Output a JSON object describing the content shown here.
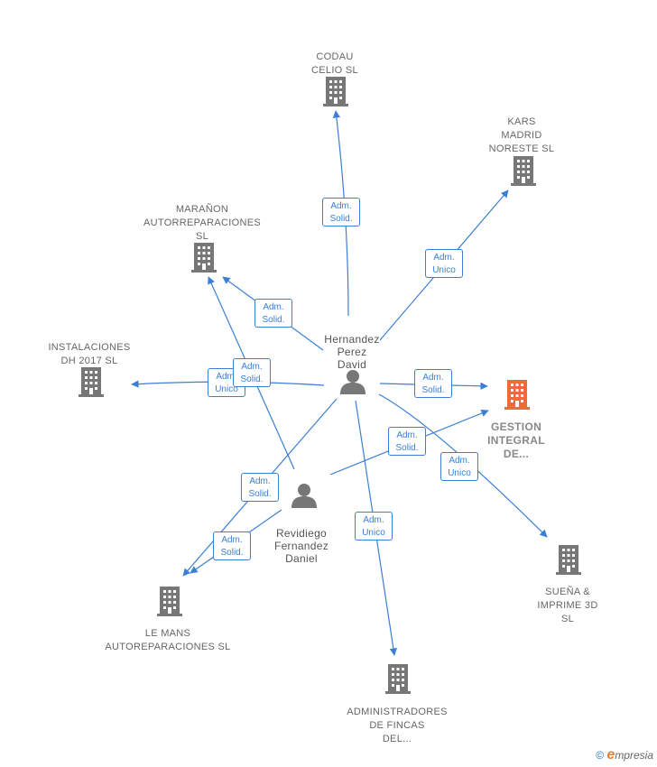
{
  "colors": {
    "edge": "#3a7fd5",
    "company": "#777777",
    "main_company": "#f26a3a",
    "person": "#777777",
    "label": "#666666"
  },
  "persons": [
    {
      "id": "hernandez",
      "label": "Hernandez\nPerez\nDavid",
      "icon": "person-icon"
    },
    {
      "id": "revidiego",
      "label": "Revidiego\nFernandez\nDaniel",
      "icon": "person-icon"
    }
  ],
  "companies": [
    {
      "id": "codau",
      "label": "CODAU\nCELIO SL",
      "icon": "building-icon",
      "main": false
    },
    {
      "id": "kars",
      "label": "KARS\nMADRID\nNORESTE  SL",
      "icon": "building-icon",
      "main": false
    },
    {
      "id": "maranon",
      "label": "MARAÑON\nAUTORREPARACIONES\nSL",
      "icon": "building-icon",
      "main": false
    },
    {
      "id": "instalaciones",
      "label": "INSTALACIONES\nDH 2017  SL",
      "icon": "building-icon",
      "main": false
    },
    {
      "id": "gestion",
      "label": "GESTION\nINTEGRAL\nDE...",
      "icon": "building-icon",
      "main": true
    },
    {
      "id": "suena",
      "label": "SUEÑA &\nIMPRIME 3D\nSL",
      "icon": "building-icon",
      "main": false
    },
    {
      "id": "lemans",
      "label": "LE MANS\nAUTOREPARACIONES SL",
      "icon": "building-icon",
      "main": false
    },
    {
      "id": "administradores",
      "label": "ADMINISTRADORES\nDE FINCAS\nDEL...",
      "icon": "building-icon",
      "main": false
    }
  ],
  "edges": [
    {
      "from": "hernandez",
      "to": "codau",
      "role": "Adm.\nSolid."
    },
    {
      "from": "hernandez",
      "to": "kars",
      "role": "Adm.\nUnico"
    },
    {
      "from": "hernandez",
      "to": "maranon",
      "role": "Adm.\nSolid."
    },
    {
      "from": "hernandez",
      "to": "instalaciones",
      "role": "Adm.\nUnico"
    },
    {
      "from": "hernandez",
      "to": "gestion",
      "role": "Adm.\nSolid."
    },
    {
      "from": "hernandez",
      "to": "suena",
      "role": "Adm.\nUnico"
    },
    {
      "from": "hernandez",
      "to": "lemans",
      "role": "Adm.\nSolid."
    },
    {
      "from": "hernandez",
      "to": "administradores",
      "role": "Adm.\nUnico"
    },
    {
      "from": "revidiego",
      "to": "maranon",
      "role": "Adm.\nSolid."
    },
    {
      "from": "revidiego",
      "to": "gestion",
      "role": "Adm.\nSolid."
    },
    {
      "from": "revidiego",
      "to": "lemans",
      "role": "Adm.\nSolid."
    }
  ],
  "footer": {
    "copyright": "©",
    "brand_initial": "e",
    "brand_rest": "mpresia"
  }
}
